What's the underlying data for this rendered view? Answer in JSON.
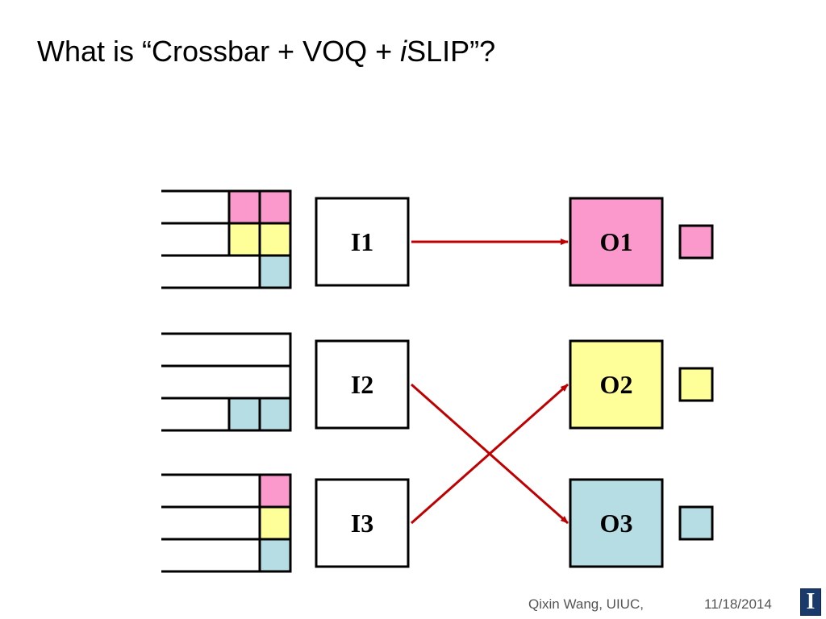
{
  "slide": {
    "title_prefix": "What is “Crossbar + VOQ + ",
    "title_italic": "i",
    "title_suffix": "SLIP”?"
  },
  "diagram": {
    "inputs": [
      {
        "label": "I1"
      },
      {
        "label": "I2"
      },
      {
        "label": "I3"
      }
    ],
    "outputs": [
      {
        "label": "O1",
        "color": "#fc99cc"
      },
      {
        "label": "O2",
        "color": "#ffff99"
      },
      {
        "label": "O3",
        "color": "#b6dde3"
      }
    ],
    "connections": [
      {
        "from": "I1",
        "to": "O1"
      },
      {
        "from": "I2",
        "to": "O3"
      },
      {
        "from": "I3",
        "to": "O2"
      }
    ],
    "voq_queues": [
      {
        "input": "I1",
        "queues": [
          {
            "for_output": "O1",
            "packets": 2
          },
          {
            "for_output": "O2",
            "packets": 2
          },
          {
            "for_output": "O3",
            "packets": 1
          }
        ]
      },
      {
        "input": "I2",
        "queues": [
          {
            "for_output": "O1",
            "packets": 0
          },
          {
            "for_output": "O2",
            "packets": 0
          },
          {
            "for_output": "O3",
            "packets": 2
          }
        ]
      },
      {
        "input": "I3",
        "queues": [
          {
            "for_output": "O1",
            "packets": 1
          },
          {
            "for_output": "O2",
            "packets": 1
          },
          {
            "for_output": "O3",
            "packets": 1
          }
        ]
      }
    ],
    "arrow_color": "#c00000"
  },
  "footer": {
    "author": "Qixin Wang, UIUC,",
    "date": "11/18/2014",
    "logo_letter": "I"
  }
}
